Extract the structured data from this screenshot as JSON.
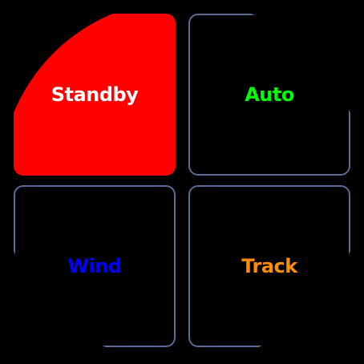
{
  "modes": [
    {
      "label": "Standby",
      "text_color": "#ffffff",
      "background": "#ff0000",
      "active": true
    },
    {
      "label": "Auto",
      "text_color": "#00ff00",
      "background": "#000000",
      "active": false
    },
    {
      "label": "Wind",
      "text_color": "#0000ff",
      "background": "#000000",
      "active": false
    },
    {
      "label": "Track",
      "text_color": "#ff8c00",
      "background": "#000000",
      "active": false
    }
  ],
  "colors": {
    "tile_border": "#5a6d94",
    "screen_background": "#000000"
  }
}
